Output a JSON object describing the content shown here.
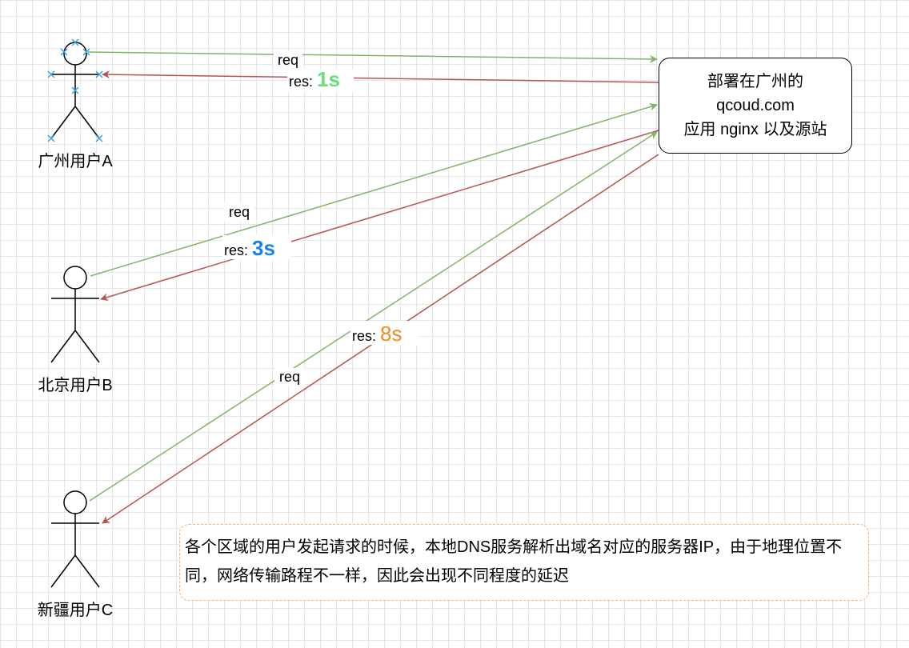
{
  "server": {
    "line1": "部署在广州的",
    "line2": "qcoud.com",
    "line3": "应用 nginx 以及源站"
  },
  "users": [
    {
      "label": "广州用户A"
    },
    {
      "label": "北京用户B"
    },
    {
      "label": "新疆用户C"
    }
  ],
  "edges": {
    "a_req": "req",
    "a_res_prefix": "res: ",
    "a_res_time": "1s",
    "b_req": "req",
    "b_res_prefix": "res: ",
    "b_res_time": "3s",
    "c_req": "req",
    "c_res_prefix": "res: ",
    "c_res_time": "8s"
  },
  "note": "各个区域的用户发起请求的时候，本地DNS服务解析出域名对应的服务器IP，由于地理位置不同，网络传输路程不一样，因此会出现不同程度的延迟",
  "colors": {
    "req_line": "#82b366",
    "res_line": "#b85450",
    "time_a": "#66e07a",
    "time_b": "#1a7ff0",
    "time_c": "#f08a1c",
    "selection_handle": "#3aa4e6",
    "note_border": "#f7b27a"
  }
}
